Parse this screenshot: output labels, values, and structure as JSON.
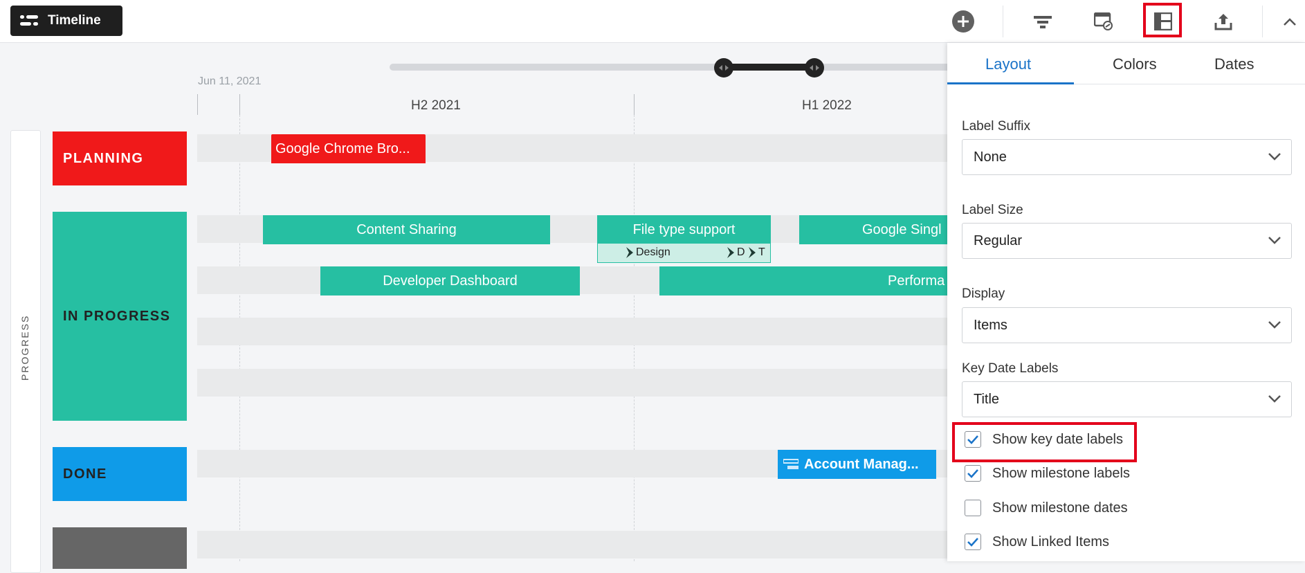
{
  "topbar": {
    "timeline_label": "Timeline"
  },
  "timeline": {
    "start_date": "Jun 11, 2021",
    "periods": [
      "H2 2021",
      "H1 2022"
    ],
    "side_label": "PROGRESS",
    "groups": [
      {
        "name": "PLANNING",
        "color": "#f0191a",
        "text_color": "#ffffff"
      },
      {
        "name": "IN PROGRESS",
        "color": "#26bfa2",
        "text_color": "#222222"
      },
      {
        "name": "DONE",
        "color": "#0f9be8",
        "text_color": "#222222"
      },
      {
        "name": "",
        "color": "#666666",
        "text_color": "#ffffff"
      }
    ],
    "items": {
      "chrome": "Google Chrome Bro...",
      "content_sharing": "Content Sharing",
      "file_type_support": "File type support",
      "google_single": "Google Singl",
      "developer_dashboard": "Developer Dashboard",
      "performance": "Performa",
      "account_management": "Account Manag..."
    },
    "phases": [
      "Design",
      "D",
      "T"
    ]
  },
  "panel": {
    "tabs": [
      "Layout",
      "Colors",
      "Dates"
    ],
    "active_tab": "Layout",
    "fields": [
      {
        "label": "Label Suffix",
        "value": "None"
      },
      {
        "label": "Label Size",
        "value": "Regular"
      },
      {
        "label": "Display",
        "value": "Items"
      },
      {
        "label": "Key Date Labels",
        "value": "Title"
      }
    ],
    "checkboxes": [
      {
        "label": "Show key date labels",
        "checked": true
      },
      {
        "label": "Show milestone labels",
        "checked": true
      },
      {
        "label": "Show milestone dates",
        "checked": false
      },
      {
        "label": "Show Linked Items",
        "checked": true
      }
    ]
  },
  "colors": {
    "accent": "#1a73c8",
    "highlight": "#e3001b"
  }
}
